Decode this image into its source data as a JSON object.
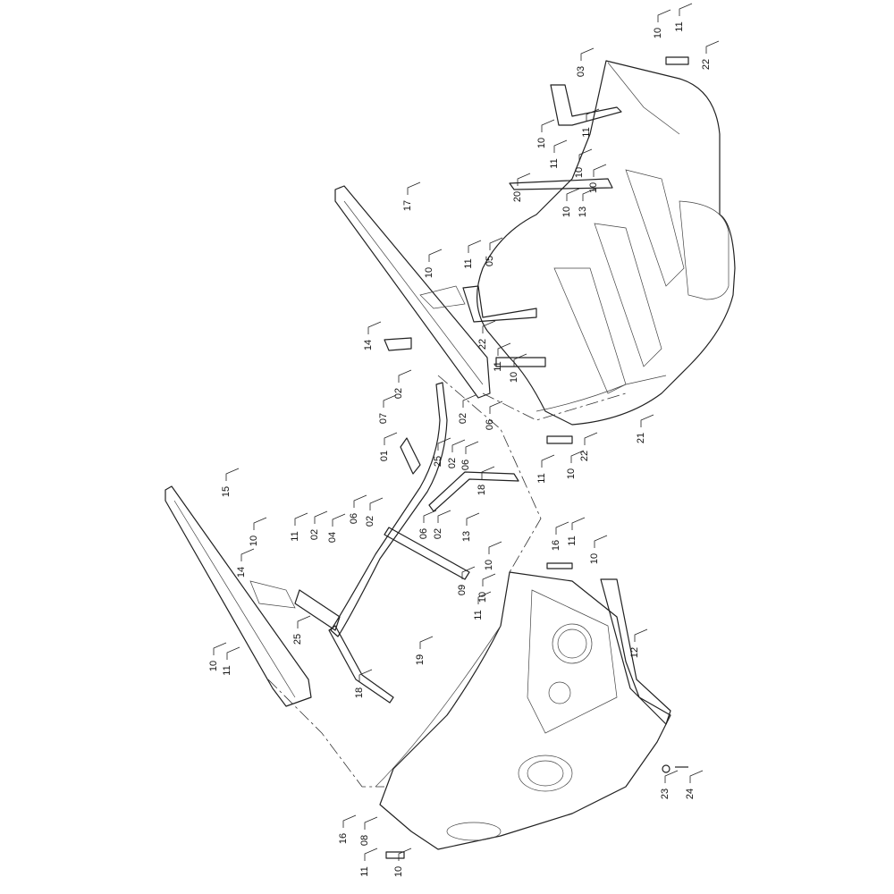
{
  "diagram": {
    "type": "exploded-parts-view",
    "callouts": [
      "10",
      "11",
      "22",
      "03",
      "10",
      "11",
      "11",
      "10",
      "10",
      "20",
      "10",
      "13",
      "17",
      "10",
      "11",
      "05",
      "14",
      "22",
      "11",
      "10",
      "02",
      "07",
      "02",
      "06",
      "25",
      "02",
      "06",
      "01",
      "21",
      "22",
      "11",
      "10",
      "18",
      "06",
      "02",
      "06",
      "02",
      "02",
      "04",
      "15",
      "10",
      "11",
      "14",
      "13",
      "10",
      "16",
      "11",
      "10",
      "09",
      "10",
      "11",
      "25",
      "10",
      "11",
      "19",
      "12",
      "18",
      "23",
      "24",
      "16",
      "08",
      "11",
      "10"
    ]
  }
}
